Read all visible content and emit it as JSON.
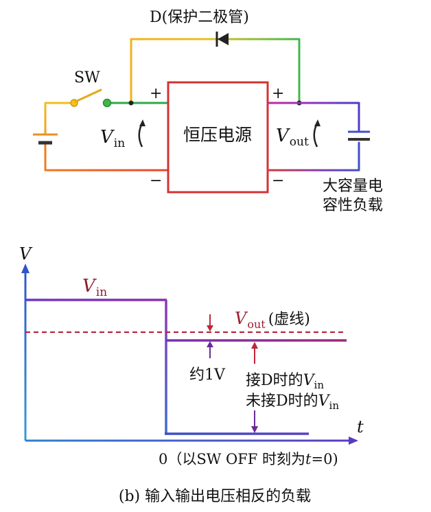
{
  "circuit": {
    "diode_label": "D(保护二极管)",
    "switch_label": "SW",
    "supply_label": "恒压电源",
    "vin_symbol": "V",
    "vin_sub": "in",
    "vout_symbol": "V",
    "vout_sub": "out",
    "plus": "+",
    "minus": "−",
    "load_label_line1": "大容量电",
    "load_label_line2": "容性负载"
  },
  "graph": {
    "y_axis_label": "V",
    "x_axis_label": "t",
    "vin_symbol": "V",
    "vin_sub": "in",
    "vout_symbol": "V",
    "vout_sub": "out",
    "vout_note": "(虚线)",
    "approx_label": "约1V",
    "with_d_prefix": "接D时的",
    "with_d_symbol": "V",
    "with_d_sub": "in",
    "without_d_prefix": "未接D时的",
    "without_d_symbol": "V",
    "without_d_sub": "in",
    "origin_prefix": "0（以SW OFF 时刻为",
    "origin_var": "t",
    "origin_suffix": "=0)"
  },
  "caption": "(b) 输入输出电压相反的负载",
  "colors": {
    "axis": "#3a4fc4",
    "vin_trace": "#7a2fb5",
    "vout_dashed": "#b5283a",
    "arrow_red": "#c0263a",
    "arrow_purple": "#6a2a9a",
    "supply_box": "#d43030",
    "vout_label": "#9a1f2f"
  }
}
